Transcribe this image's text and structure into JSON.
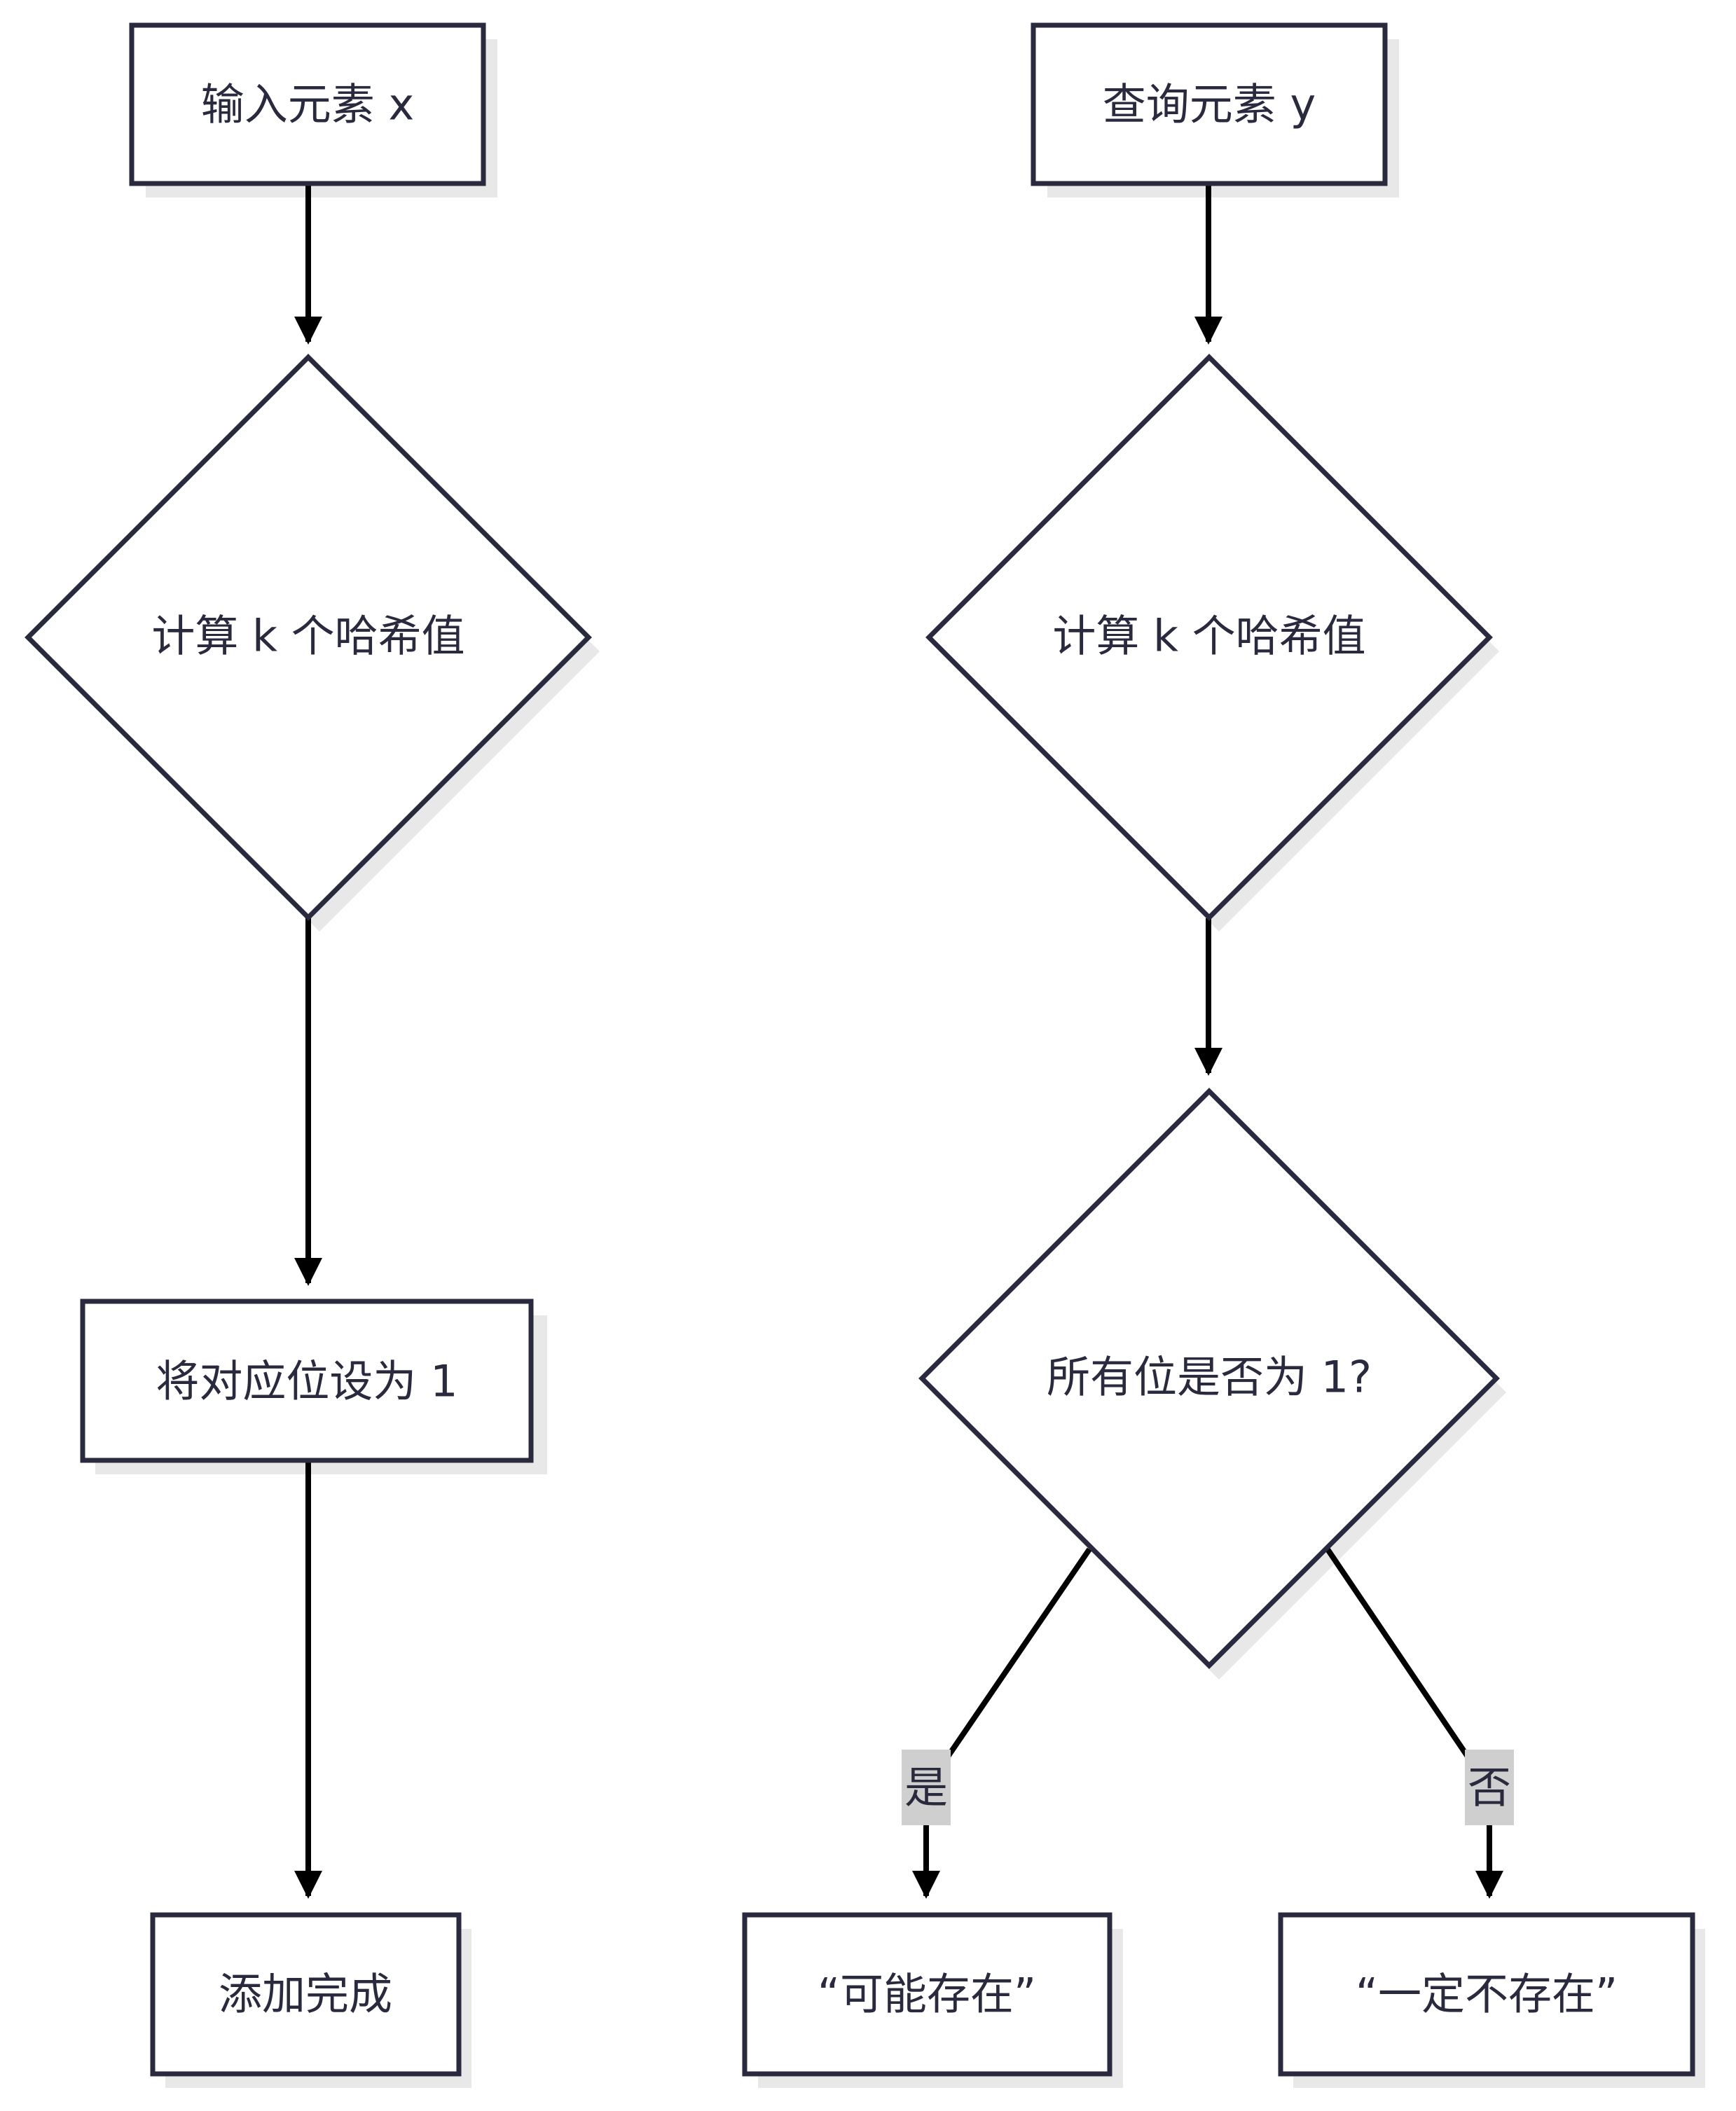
{
  "colors": {
    "node_stroke": "#2a2a3e",
    "node_fill": "#ffffff",
    "shadow": "#e8e8e8",
    "edge": "#000000",
    "label_bg": "#cfcfcf",
    "text": "#2a2a3e"
  },
  "add_flow": {
    "input": "输入元素 x",
    "hash": "计算 k 个哈希值",
    "set_bits": "将对应位设为 1",
    "done": "添加完成"
  },
  "query_flow": {
    "input": "查询元素 y",
    "hash": "计算 k 个哈希值",
    "check": "所有位是否为 1?",
    "yes_label": "是",
    "no_label": "否",
    "maybe": "“可能存在”",
    "definitely_not": "“一定不存在”"
  }
}
